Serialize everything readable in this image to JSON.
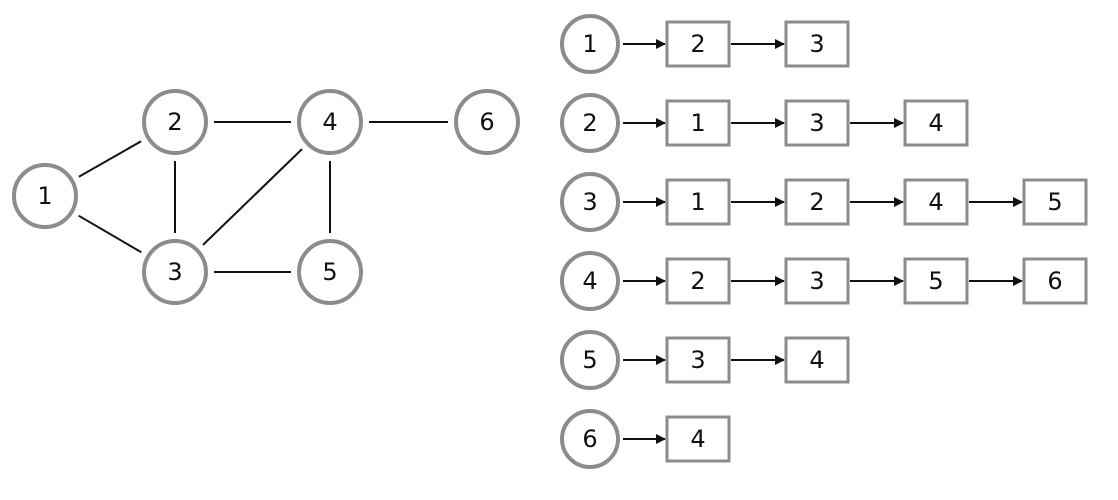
{
  "graph": {
    "nodes": [
      {
        "id": "1",
        "label": "1"
      },
      {
        "id": "2",
        "label": "2"
      },
      {
        "id": "3",
        "label": "3"
      },
      {
        "id": "4",
        "label": "4"
      },
      {
        "id": "5",
        "label": "5"
      },
      {
        "id": "6",
        "label": "6"
      }
    ],
    "edges": [
      [
        "1",
        "2"
      ],
      [
        "1",
        "3"
      ],
      [
        "2",
        "3"
      ],
      [
        "2",
        "4"
      ],
      [
        "3",
        "4"
      ],
      [
        "3",
        "5"
      ],
      [
        "4",
        "5"
      ],
      [
        "4",
        "6"
      ]
    ]
  },
  "adjacency_list": [
    {
      "head": "1",
      "neighbors": [
        "2",
        "3"
      ]
    },
    {
      "head": "2",
      "neighbors": [
        "1",
        "3",
        "4"
      ]
    },
    {
      "head": "3",
      "neighbors": [
        "1",
        "2",
        "4",
        "5"
      ]
    },
    {
      "head": "4",
      "neighbors": [
        "2",
        "3",
        "5",
        "6"
      ]
    },
    {
      "head": "5",
      "neighbors": [
        "3",
        "4"
      ]
    },
    {
      "head": "6",
      "neighbors": [
        "4"
      ]
    }
  ],
  "colors": {
    "outline": "#8c8c8c",
    "line": "#111111",
    "text": "#111111",
    "background": "#ffffff"
  }
}
